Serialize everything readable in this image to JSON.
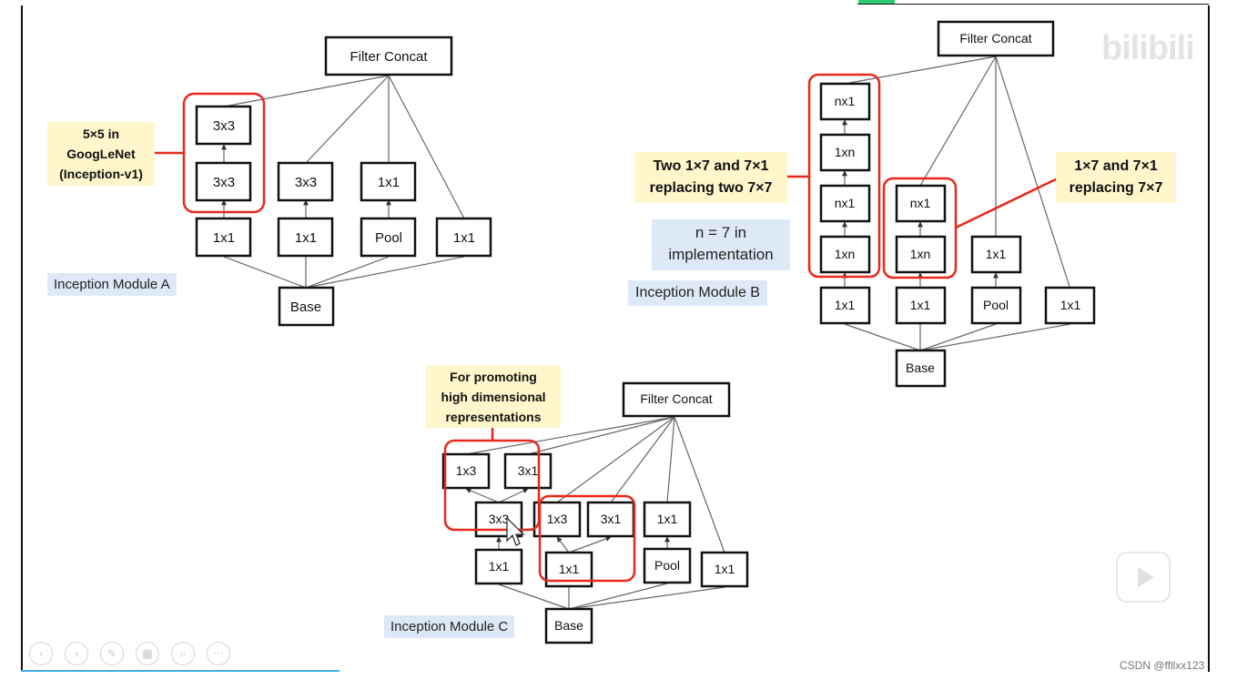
{
  "module_a": {
    "label": "Inception Module A",
    "callout": "5×5 in\nGoogLeNet\n(Inception-v1)",
    "nodes": {
      "filter_concat": "Filter Concat",
      "top3x3": "3x3",
      "mid3x3": "3x3",
      "b2_3x3": "3x3",
      "b3_1x1": "1x1",
      "b1_1x1": "1x1",
      "b2_1x1": "1x1",
      "pool": "Pool",
      "b4_1x1": "1x1",
      "base": "Base"
    }
  },
  "module_b": {
    "label": "Inception Module B",
    "callout_left": "Two 1×7 and 7×1\nreplacing two 7×7",
    "callout_right": "1×7 and 7×1\nreplacing 7×7",
    "n_note": "n = 7 in\nimplementation",
    "nodes": {
      "filter_concat": "Filter Concat",
      "c1_nx1_top": "nx1",
      "c1_1xn_a": "1xn",
      "c1_nx1_b": "nx1",
      "c1_1xn_b": "1xn",
      "c1_1x1": "1x1",
      "c2_nx1": "nx1",
      "c2_1xn": "1xn",
      "c2_1x1": "1x1",
      "c3_1x1_top": "1x1",
      "pool": "Pool",
      "c4_1x1": "1x1",
      "base": "Base"
    }
  },
  "module_c": {
    "label": "Inception Module C",
    "callout": "For promoting\nhigh dimensional\nrepresentations",
    "nodes": {
      "filter_concat": "Filter Concat",
      "l_1x3": "1x3",
      "l_3x1": "3x1",
      "l_3x3": "3x3",
      "l_1x1": "1x1",
      "m_1x3": "1x3",
      "m_3x1": "3x1",
      "m_1x1": "1x1",
      "r_1x1_top": "1x1",
      "pool": "Pool",
      "far_1x1": "1x1",
      "base": "Base"
    }
  },
  "overlay": {
    "watermark": "bilibili",
    "credit": "CSDN @ffllxx123",
    "controls": [
      "prev-icon",
      "next-icon",
      "pen-icon",
      "slides-icon",
      "zoom-icon",
      "more-icon"
    ]
  },
  "colors": {
    "highlight": "#e8281c",
    "callout_bg": "#fff6cc",
    "label_bg": "#dde9f6"
  }
}
